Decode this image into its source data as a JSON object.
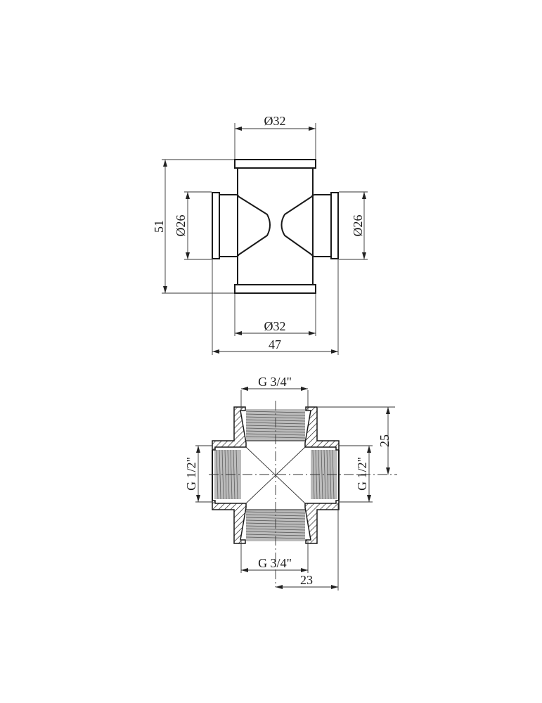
{
  "drawing": {
    "subject": "pipe cross fitting",
    "top_view": {
      "dim_top_diameter": "Ø32",
      "dim_bottom_diameter": "Ø32",
      "dim_left_diameter": "Ø26",
      "dim_right_diameter": "Ø26",
      "dim_height": "51",
      "dim_width": "47"
    },
    "section_view": {
      "thread_top": "G 3/4\"",
      "thread_bottom": "G 3/4\"",
      "thread_left": "G 1/2\"",
      "thread_right": "G 1/2\"",
      "dim_half_height": "25",
      "dim_half_width": "23"
    }
  }
}
